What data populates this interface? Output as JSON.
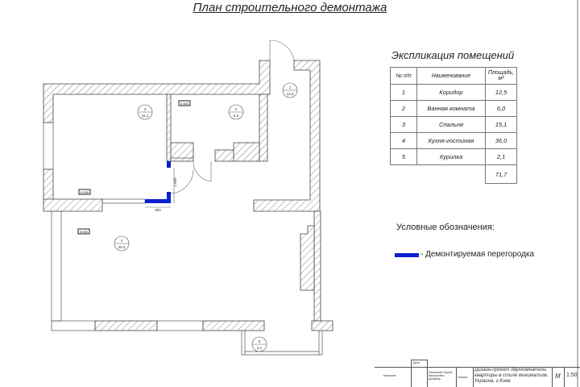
{
  "title": "План строительного демонтажа",
  "explication": {
    "title": "Экспликация помещений",
    "headers": {
      "num": "№ п/п",
      "name": "Наименование",
      "area": "Площадь, м²"
    },
    "rows": [
      {
        "num": "1",
        "name": "Коридор",
        "area": "12,5"
      },
      {
        "num": "2",
        "name": "Ванная комната",
        "area": "6,0"
      },
      {
        "num": "3",
        "name": "Спальня",
        "area": "15,1"
      },
      {
        "num": "4",
        "name": "Кухня-гостиная",
        "area": "36,0"
      },
      {
        "num": "5",
        "name": "Курилка",
        "area": "2,1"
      }
    ],
    "total": "71,7"
  },
  "legend": {
    "title": "Условные обозначения:",
    "item": "- Демонтируемая перегородка",
    "color": "#0a1fd0"
  },
  "plan": {
    "rooms": [
      {
        "num": "1",
        "area": "12,5"
      },
      {
        "num": "2",
        "area": "6,0"
      },
      {
        "num": "3",
        "area": "15,1"
      },
      {
        "num": "4",
        "area": "36,0"
      },
      {
        "num": "5",
        "area": "2,1"
      }
    ],
    "level_mark": "0.000",
    "dim_width": "800",
    "dim_height": "1.600"
  },
  "title_block": {
    "performed": "выполнил",
    "date": "Дата",
    "org": "Ракинский Сергей Васильевич дизайнер",
    "object_label": "объект",
    "project": "Дизайн-проект двухкомнатной квартиры в стиле минимализм, Украина, г.Киев",
    "scale_label": "М",
    "scale": "1:50"
  }
}
